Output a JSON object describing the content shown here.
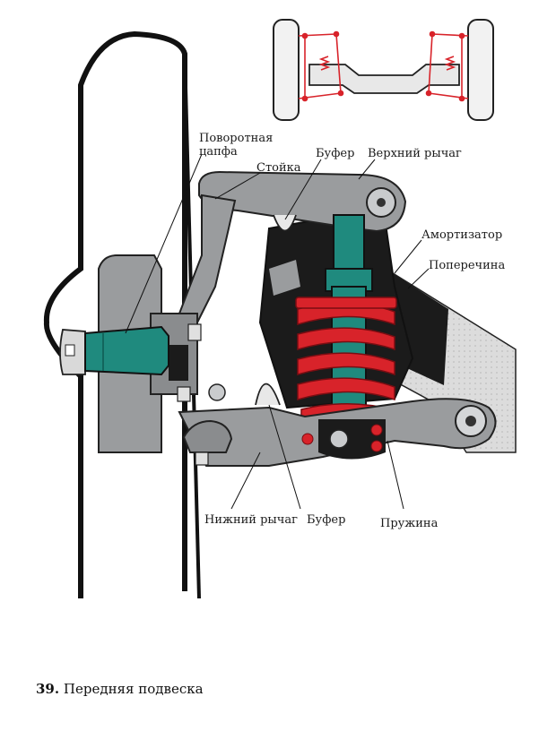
{
  "figure": {
    "number": "39.",
    "caption": "Передняя подвеска"
  },
  "labels": {
    "knuckle_line1": "Поворотная",
    "knuckle_line2": "цапфа",
    "strut": "Стойка",
    "buffer_upper": "Буфер",
    "upper_arm": "Верхний рычаг",
    "shock_absorber": "Амортизатор",
    "crossmember": "Поперечина",
    "lower_arm": "Нижний рычаг",
    "buffer_lower": "Буфер",
    "spring": "Пружина"
  },
  "colors": {
    "spring": "#d8232a",
    "shock": "#1f8a7e",
    "metal": "#9a9c9e",
    "dark": "#1b1b1b",
    "outline": "#111111"
  }
}
